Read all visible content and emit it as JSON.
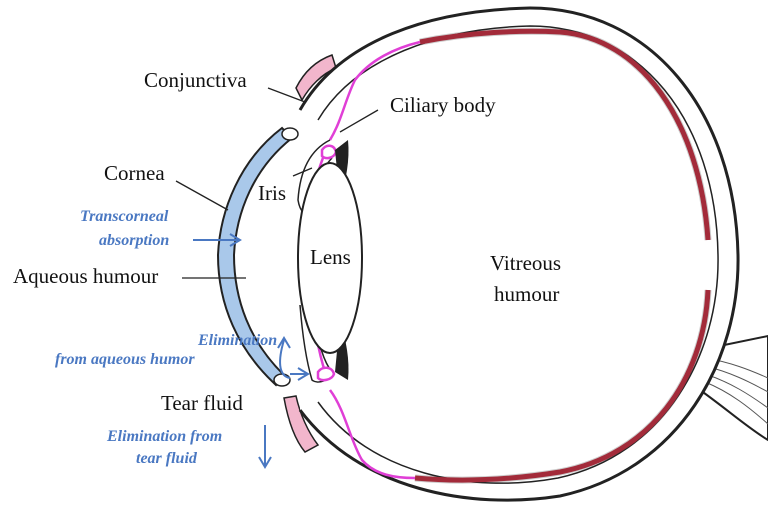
{
  "labels": {
    "conjunctiva": "Conjunctiva",
    "ciliary_body": "Ciliary body",
    "cornea": "Cornea",
    "iris": "Iris",
    "lens": "Lens",
    "vitreous_line1": "Vitreous",
    "vitreous_line2": "humour",
    "aqueous_humour": "Aqueous humour",
    "tear_fluid": "Tear fluid"
  },
  "annotations": {
    "transcorneal_line1": "Transcorneal",
    "transcorneal_line2": "absorption",
    "elim_aqueous_line1": "Elimination",
    "elim_aqueous_line2": "from aqueous humor",
    "elim_tear_line1": "Elimination from",
    "elim_tear_line2": "tear fluid"
  },
  "colors": {
    "cornea_fill": "#a9c8ea",
    "annotation_blue": "#4a78c2",
    "iris_magenta": "#e03fd6",
    "retina_red": "#c8283c",
    "conjunctiva_pink": "#f2b6cc"
  }
}
